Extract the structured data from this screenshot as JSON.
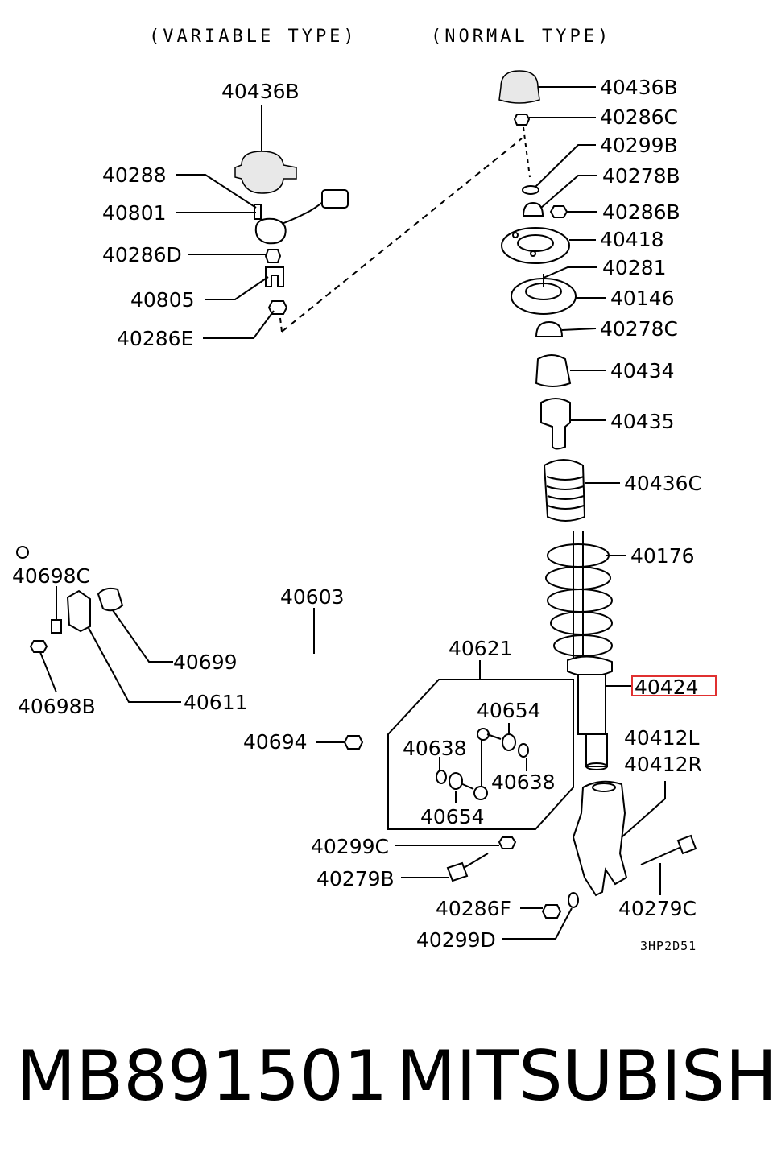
{
  "header": {
    "variable_type": "(VARIABLE TYPE)",
    "normal_type": "(NORMAL TYPE)"
  },
  "labels": {
    "p40436B_left": "40436B",
    "p40288": "40288",
    "p40801": "40801",
    "p40286D": "40286D",
    "p40805": "40805",
    "p40286E": "40286E",
    "p40436B_right": "40436B",
    "p40286C": "40286C",
    "p40299B": "40299B",
    "p40278B": "40278B",
    "p40286B": "40286B",
    "p40418": "40418",
    "p40281": "40281",
    "p40146": "40146",
    "p40278C": "40278C",
    "p40434": "40434",
    "p40435": "40435",
    "p40436C": "40436C",
    "p40176": "40176",
    "p40424": "40424",
    "p40412L": "40412L",
    "p40412R": "40412R",
    "p40698C": "40698C",
    "p40603": "40603",
    "p40699": "40699",
    "p40611": "40611",
    "p40698B": "40698B",
    "p40621": "40621",
    "p40654_top": "40654",
    "p40638_left": "40638",
    "p40638_right": "40638",
    "p40654_bottom": "40654",
    "p40694": "40694",
    "p40299C": "40299C",
    "p40279B": "40279B",
    "p40286F": "40286F",
    "p40279C": "40279C",
    "p40299D": "40299D"
  },
  "diagram_code": "3HP2D51",
  "footer": {
    "part_number": "MB891501",
    "brand": "MITSUBISHI"
  },
  "highlight_color": "#e03030"
}
